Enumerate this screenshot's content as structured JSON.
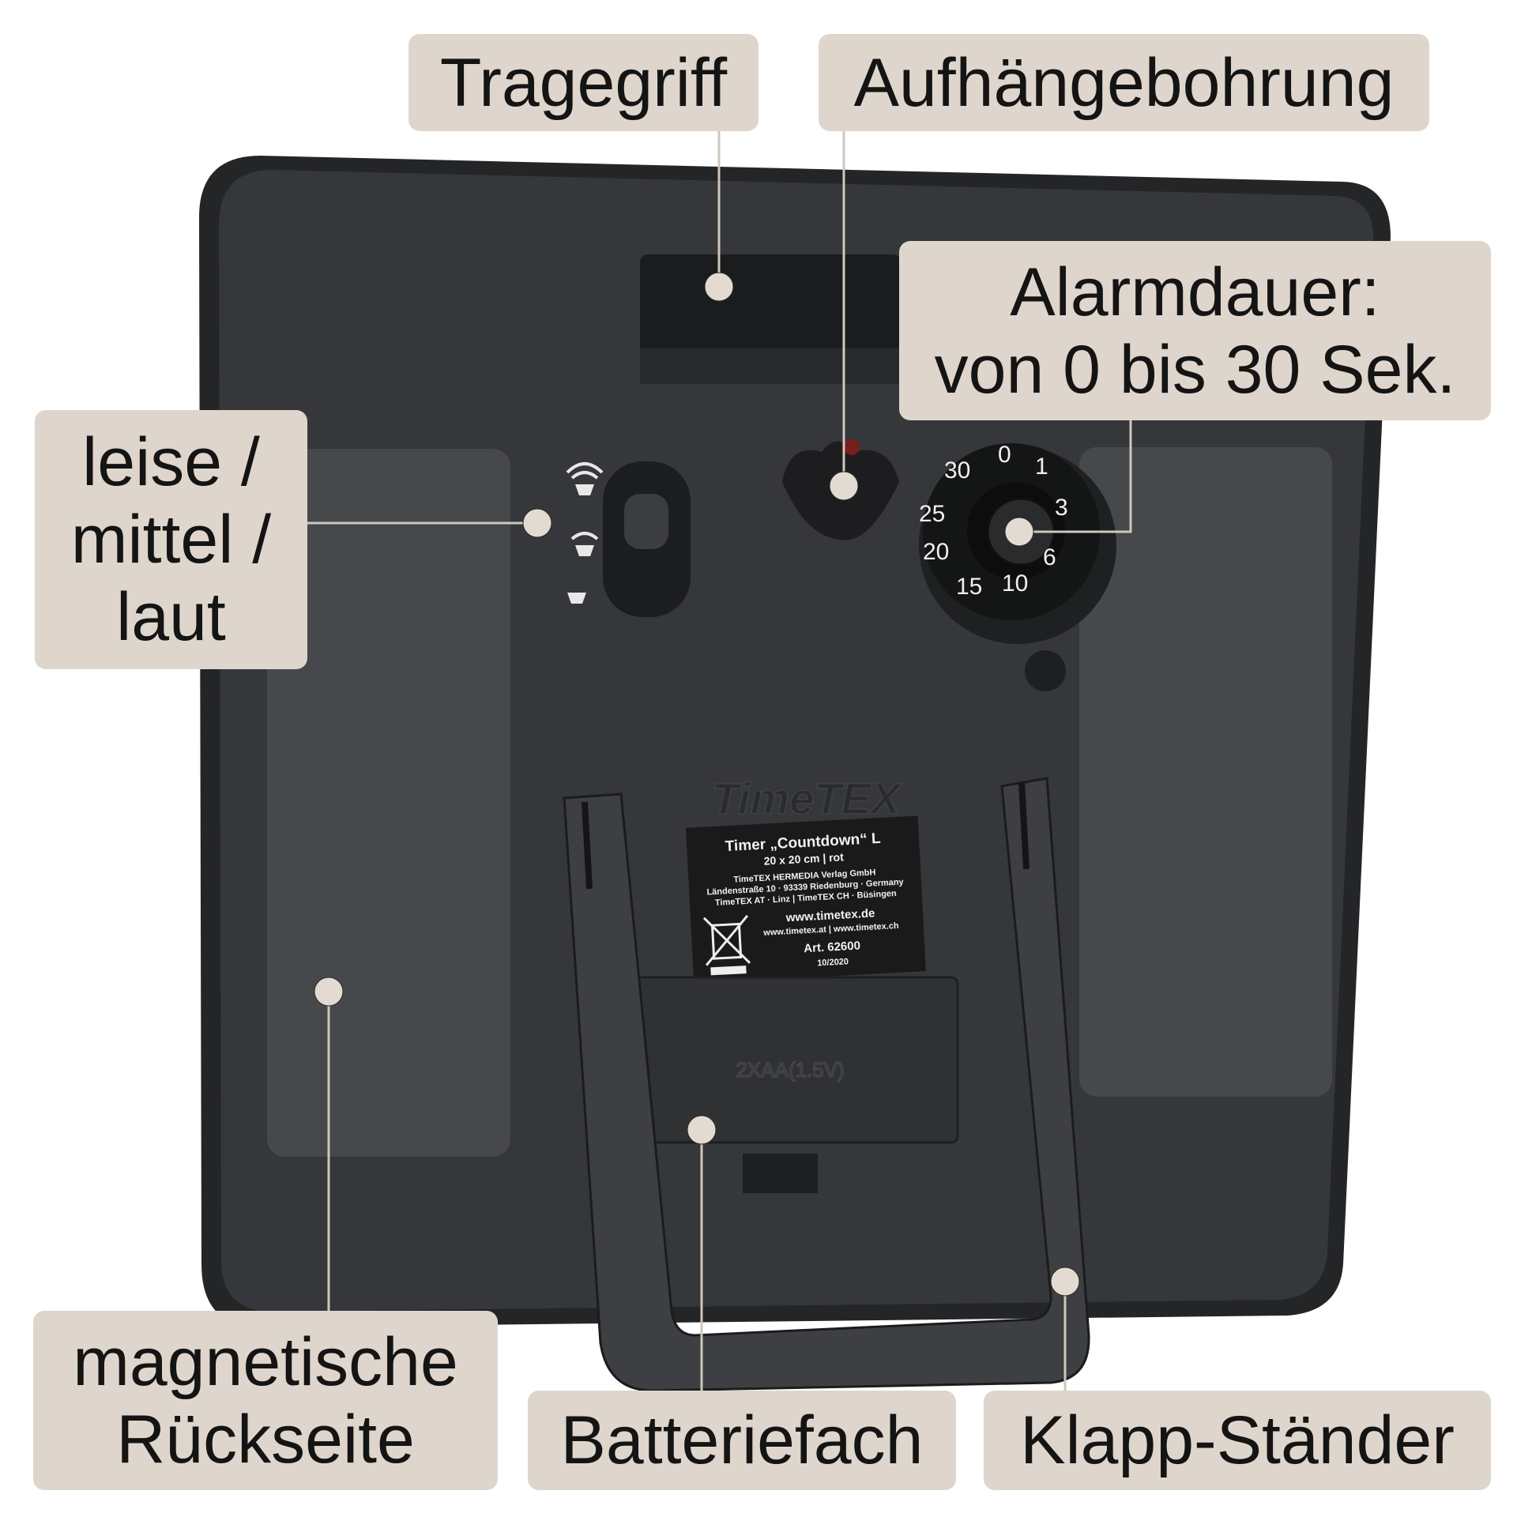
{
  "callouts": {
    "handle": "Tragegriff",
    "hanging_hole": "Aufhängebohrung",
    "alarm_duration": {
      "line1": "Alarmdauer:",
      "line2": "von 0 bis 30 Sek."
    },
    "volume": {
      "line1": "leise /",
      "line2": "mittel /",
      "line3": "laut"
    },
    "magnetic_back": {
      "line1": "magnetische",
      "line2": "Rückseite"
    },
    "battery": "Batteriefach",
    "stand": "Klapp-Ständer"
  },
  "dial": {
    "marks": [
      "0",
      "1",
      "3",
      "6",
      "10",
      "15",
      "20",
      "25",
      "30"
    ]
  },
  "device": {
    "brand_embossed": "TimeTEX",
    "battery_marking": "2XAA(1.5V)",
    "product_label": {
      "title": "Timer „Countdown“ L",
      "size": "20 x 20 cm | rot",
      "company": "TimeTEX HERMEDIA Verlag GmbH",
      "address": "Ländenstraße 10 · 93339 Riedenburg · Germany",
      "branches": "TimeTEX AT · Linz | TimeTEX CH · Büsingen",
      "website": "www.timetex.de",
      "websites_other": "www.timetex.at | www.timetex.ch",
      "article": "Art. 62600",
      "date": "10/2020"
    }
  },
  "colors": {
    "callout_bg": "#ded6cc",
    "device_body": "#2c2d2f",
    "device_face": "#36373a",
    "pad": "#47484b"
  }
}
